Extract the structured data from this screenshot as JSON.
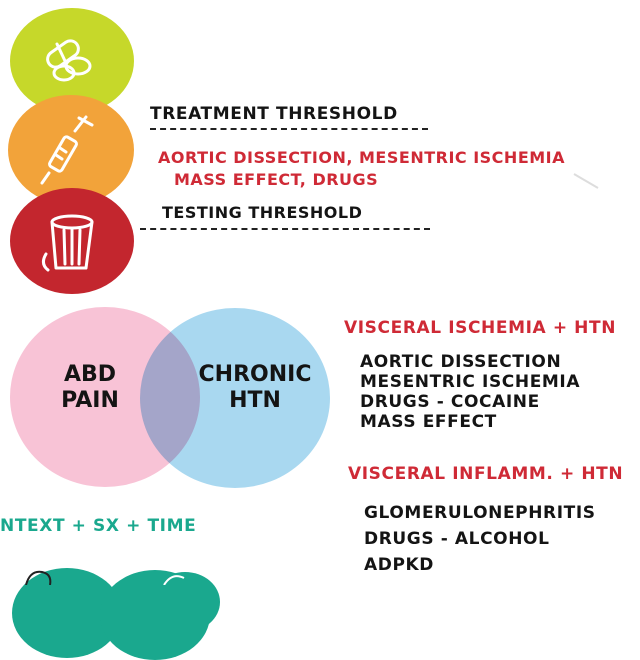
{
  "threshold": {
    "treatment_label": "TREATMENT THRESHOLD",
    "conditions_line1": "AORTIC DISSECTION, MESENTRIC ISCHEMIA",
    "conditions_line2": "MASS EFFECT, DRUGS",
    "testing_label": "TESTING THRESHOLD"
  },
  "icons": {
    "top": "pills-icon",
    "middle": "syringe-icon",
    "bottom": "trash-bin-icon"
  },
  "venn": {
    "left_line1": "ABD",
    "left_line2": "PAIN",
    "right_line1": "CHRONIC",
    "right_line2": "HTN"
  },
  "visceral_ischemia": {
    "heading": "VISCERAL ISCHEMIA + HTN",
    "items": [
      "AORTIC DISSECTION",
      "MESENTRIC ISCHEMIA",
      "DRUGS - COCAINE",
      "MASS EFFECT"
    ]
  },
  "visceral_inflamm": {
    "heading": "VISCERAL INFLAMM. + HTN",
    "items": [
      "GLOMERULONEPHRITIS",
      "DRUGS - ALCOHOL",
      "ADPKD"
    ]
  },
  "context_label": "NTEXT + Sx + TIME",
  "colors": {
    "lime": "#c6d82a",
    "orange": "#f2a33a",
    "crimson": "#c3262e",
    "pink": "#f8c3d6",
    "lightblue": "#a9d8f0",
    "overlap": "#b2a6cf",
    "red_text": "#cf2a36",
    "teal": "#1aa88e"
  }
}
